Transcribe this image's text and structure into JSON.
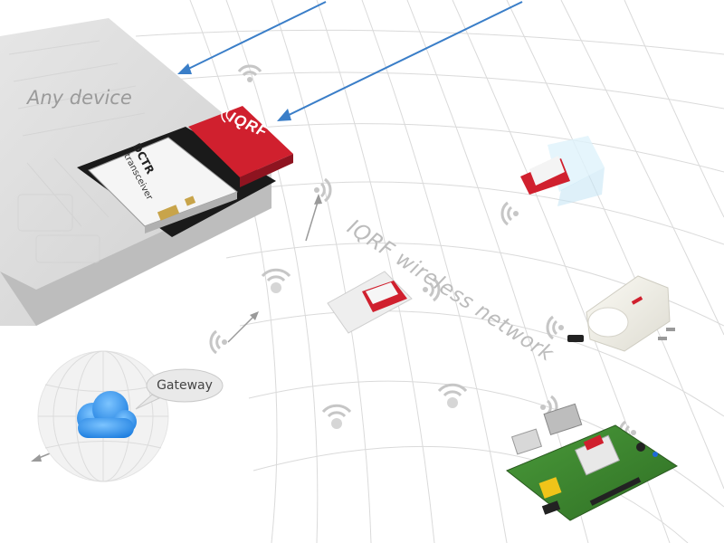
{
  "labels": {
    "any_device": "Any device",
    "network": "IQRF wireless network",
    "gateway": "Gateway",
    "module_name": "DCTR",
    "module_type": "transceiver",
    "brand_logo": "IQRF"
  },
  "colors": {
    "brand_red": "#d0202e",
    "arrow_blue": "#3a7ec8",
    "cloud_blue": "#2f8ee8",
    "grid_gray": "#d9d9d9"
  },
  "icons": [
    "cloud-icon",
    "globe-icon",
    "wifi-signal-icon",
    "arrow-icon"
  ]
}
